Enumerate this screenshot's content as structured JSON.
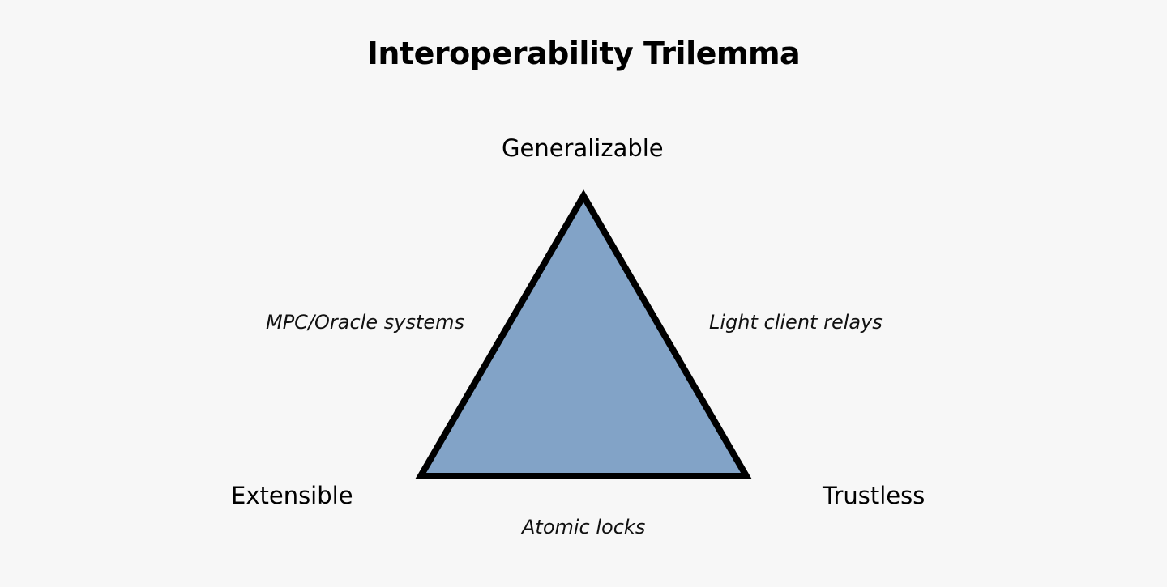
{
  "title": "Interoperability Trilemma",
  "vertices": {
    "top": "Generalizable",
    "bottom_left": "Extensible",
    "bottom_right": "Trustless"
  },
  "edges": {
    "left": "MPC/Oracle systems",
    "right": "Light client relays",
    "bottom": "Atomic locks"
  },
  "colors": {
    "background": "#f7f7f7",
    "triangle_fill": "#82a3c7",
    "triangle_stroke": "#000000"
  }
}
